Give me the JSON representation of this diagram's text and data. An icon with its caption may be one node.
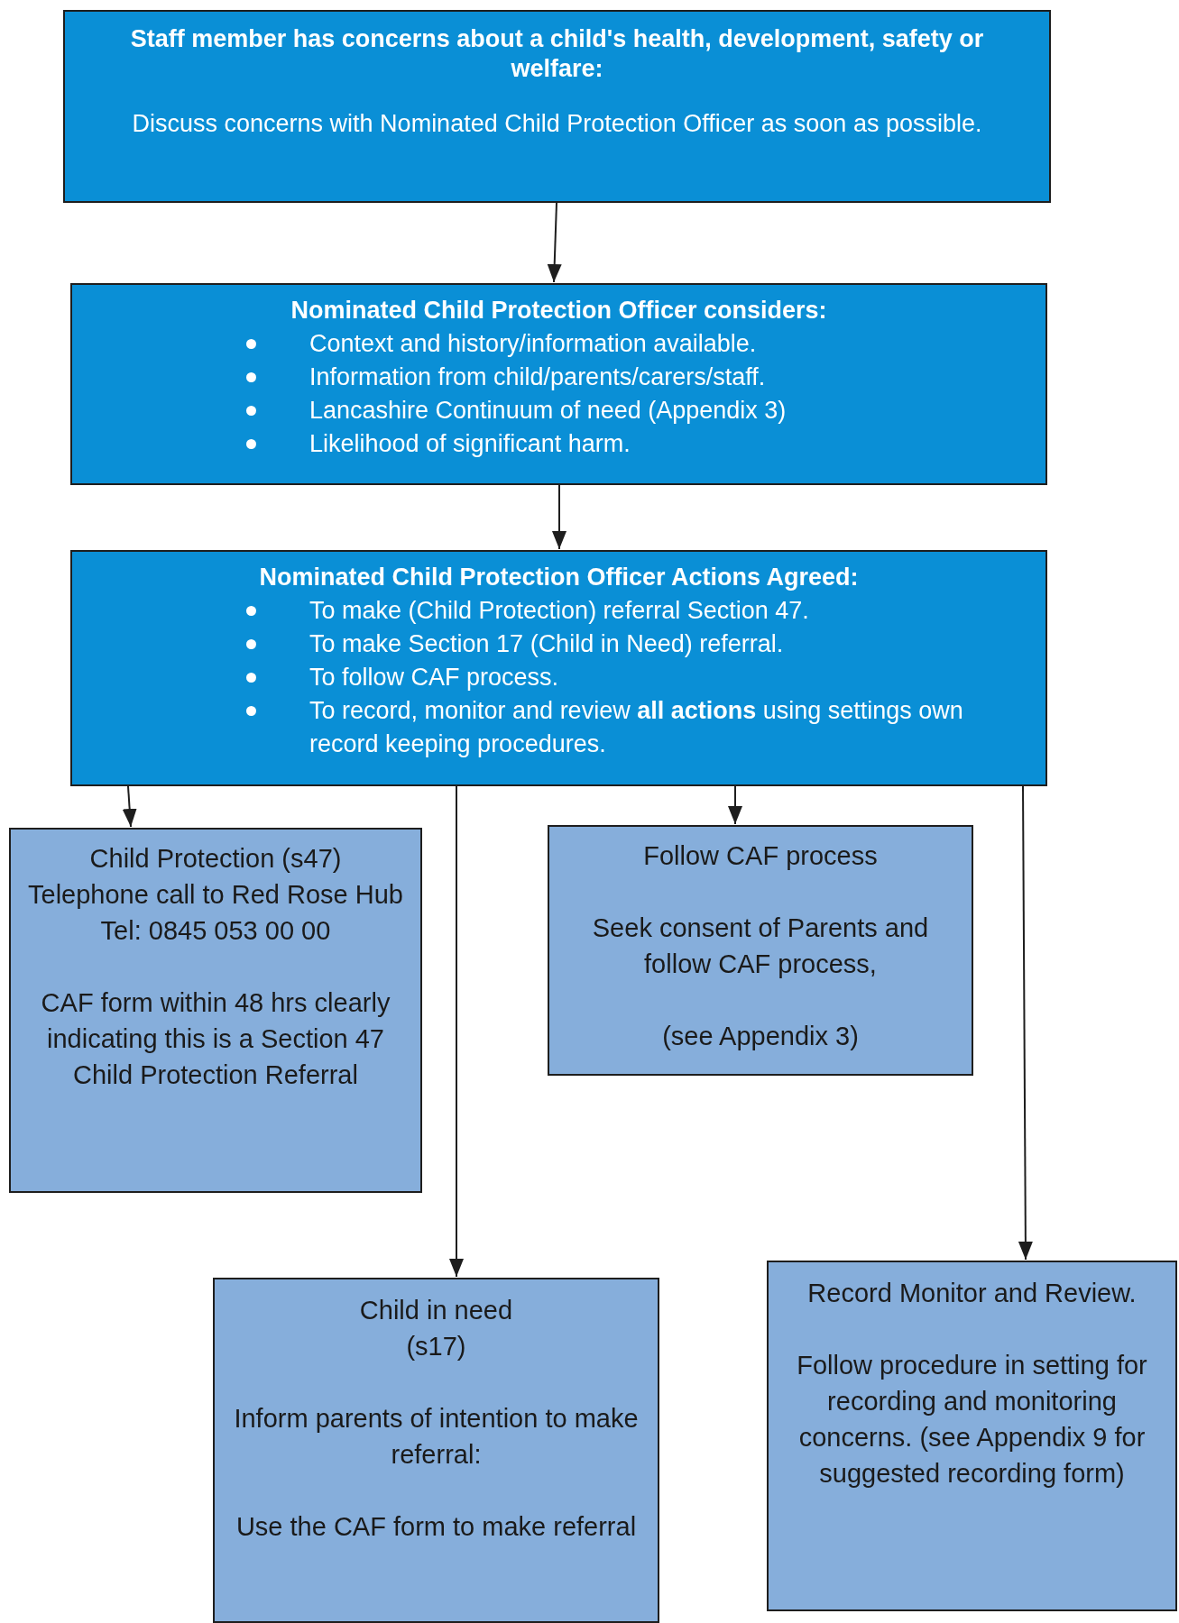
{
  "diagram": {
    "nodes": [
      {
        "text": [
          "Staff member has concerns about a child's health, development, safety or welfare:",
          "Discuss concerns with Nominated Child Protection Officer as soon as possible."
        ]
      },
      {
        "text": [
          "Nominated Child Protection Officer considers:",
          "Context and history/information available.",
          "Information from child/parents/carers/staff.",
          "Lancashire Continuum of need (Appendix 3)",
          "Likelihood of significant harm."
        ]
      },
      {
        "text": [
          "Nominated Child Protection Officer Actions Agreed:",
          "To make (Child Protection) referral Section 47.",
          "To make Section 17 (Child in Need) referral.",
          "To follow CAF process.",
          "To record, monitor and review **all actions** using settings own record keeping procedures."
        ]
      },
      {
        "text": [
          "Child Protection (s47)",
          "Telephone call to Red Rose Hub",
          "Tel: 0845 053 00 00",
          "CAF form within 48 hrs clearly indicating this is a Section 47 Child Protection Referral"
        ]
      },
      {
        "text": [
          "Follow CAF process",
          "Seek consent of Parents and follow CAF process,",
          "(see Appendix 3)"
        ]
      },
      {
        "text": [
          "Child in need",
          "(s17)",
          "Inform parents of intention to make referral:",
          "Use the CAF form to make referral"
        ]
      },
      {
        "text": [
          "Record Monitor and Review.",
          "Follow procedure in setting for recording and monitoring concerns. (see Appendix 9 for suggested recording form)"
        ]
      }
    ],
    "edges": [
      {
        "from": 0,
        "to": 1,
        "arrow": "to"
      },
      {
        "from": 1,
        "to": 2,
        "arrow": "to"
      },
      {
        "from": 2,
        "to": 3,
        "arrow": "to"
      },
      {
        "from": 2,
        "to": 5,
        "arrow": "to"
      },
      {
        "from": 2,
        "to": 4,
        "arrow": "to"
      },
      {
        "from": 2,
        "to": 6,
        "arrow": "to"
      }
    ]
  }
}
